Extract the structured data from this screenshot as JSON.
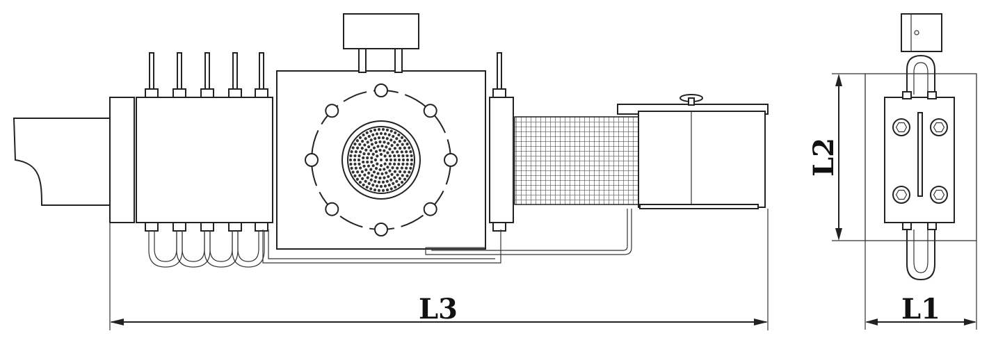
{
  "dimensions": {
    "overall_length": "L3",
    "side_width": "L1",
    "side_height": "L2"
  },
  "colors": {
    "line": "#222222",
    "background": "#ffffff"
  }
}
